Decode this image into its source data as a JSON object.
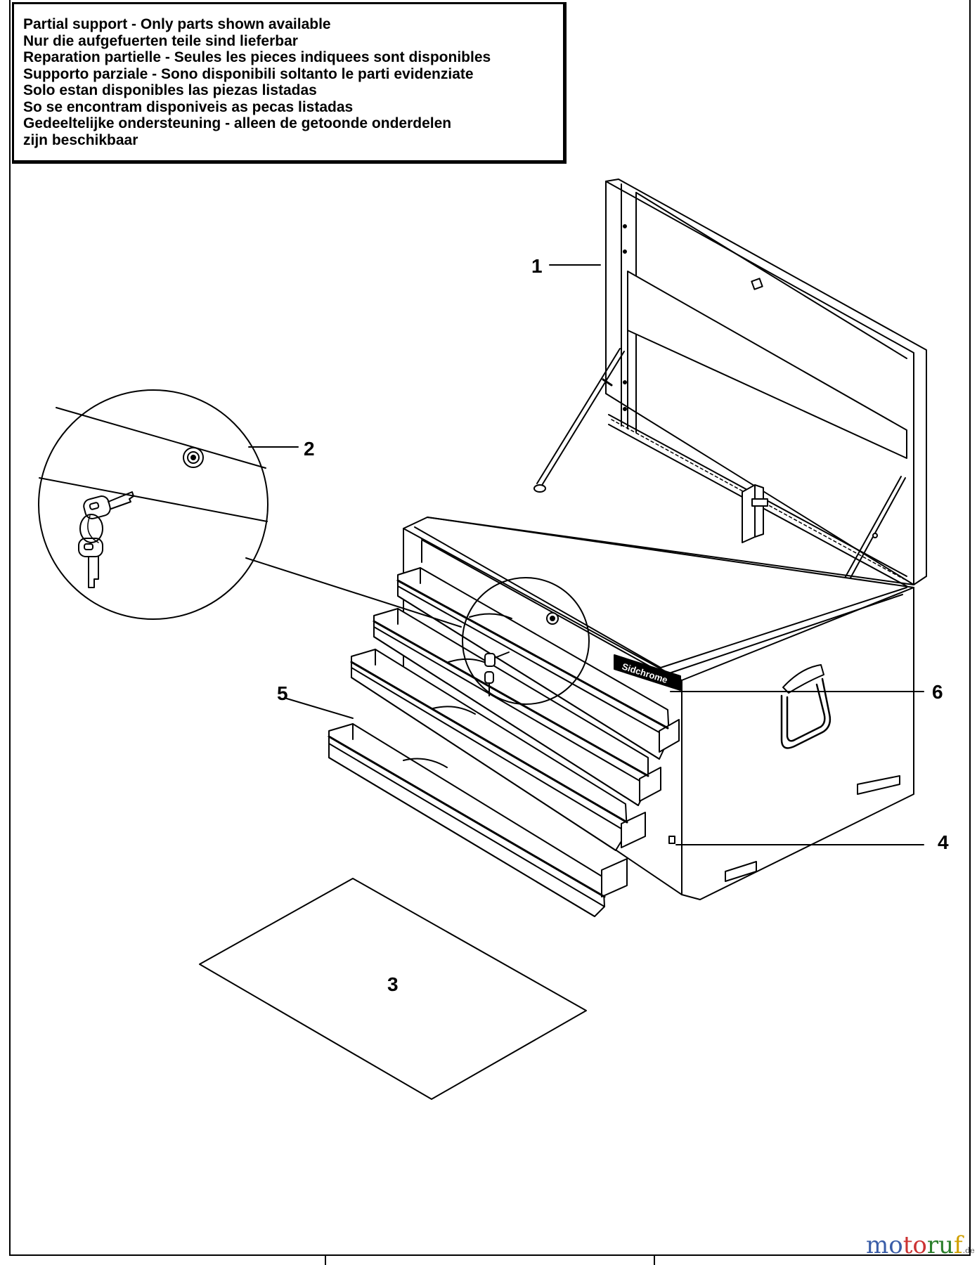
{
  "notice": {
    "lines": [
      "Partial support - Only parts shown available",
      "Nur die aufgefuerten teile sind lieferbar",
      "Reparation partielle - Seules les pieces indiquees sont disponibles",
      "Supporto parziale - Sono disponibili soltanto le parti evidenziate",
      "Solo estan disponibles las piezas listadas",
      "So se encontram disponiveis as pecas listadas",
      "Gedeeltelijke ondersteuning - alleen de getoonde onderdelen",
      "zijn beschikbaar"
    ]
  },
  "callouts": {
    "c1": "1",
    "c2": "2",
    "c3": "3",
    "c4": "4",
    "c5": "5",
    "c6": "6"
  },
  "brand": "Sidchrome",
  "watermark": {
    "text_a": "mo",
    "text_b": "to",
    "text_c": "ru",
    "text_d": "f",
    "tld": ".de"
  },
  "colors": {
    "line": "#000000",
    "background": "#ffffff"
  }
}
